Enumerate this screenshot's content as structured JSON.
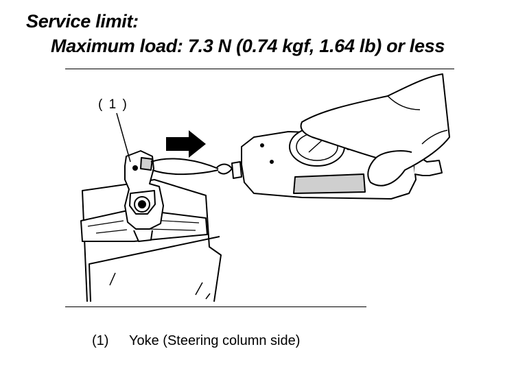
{
  "heading": {
    "service_limit": "Service limit:",
    "maximum_load": "Maximum load: 7.3 N (0.74 kgf, 1.64 lb) or less"
  },
  "callout": {
    "number": "( 1 )"
  },
  "caption": {
    "number": "(1)",
    "text": "Yoke (Steering column side)"
  },
  "icons": {
    "arrow": "pull-direction-arrow-icon"
  },
  "colors": {
    "ink": "#000000",
    "paper": "#ffffff",
    "shade": "#cfcfcf"
  }
}
